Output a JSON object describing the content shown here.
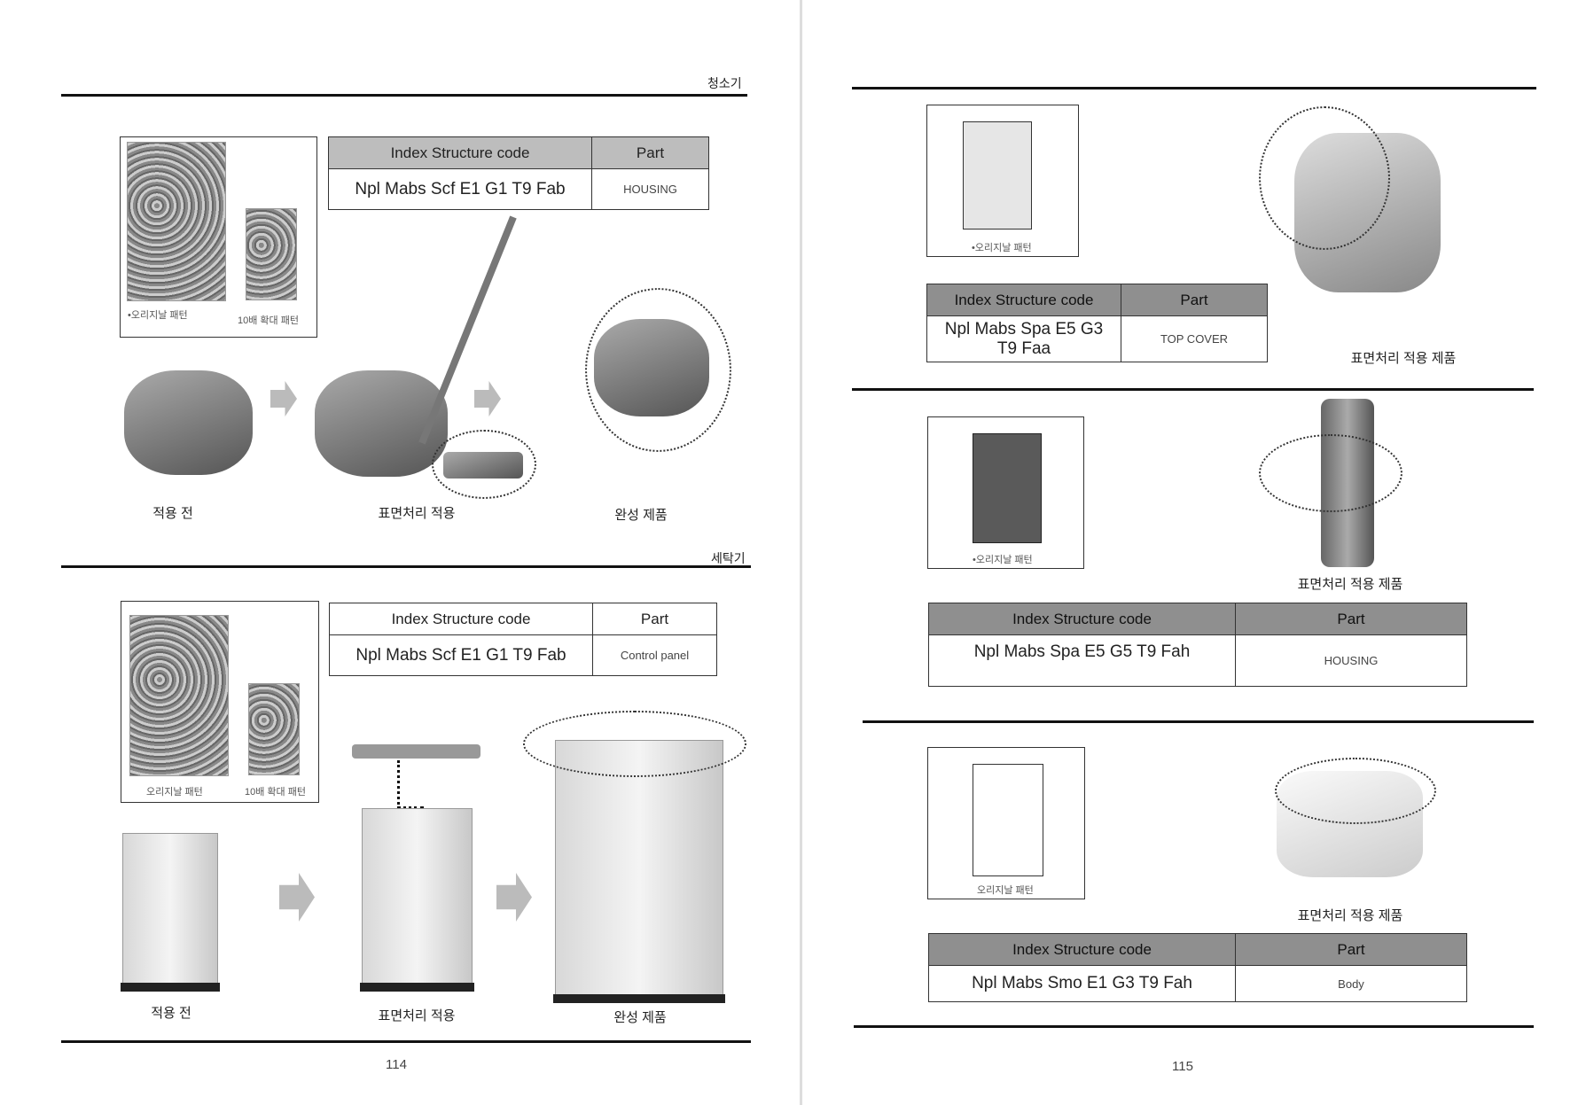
{
  "left_page": {
    "page_number": "114",
    "sections": [
      {
        "title": "청소기",
        "caption_original": "•오리지날 패턴",
        "caption_zoom": "10배 확대 패턴",
        "table": {
          "header_code": "Index Structure code",
          "header_part": "Part",
          "code": "Npl Mabs Scf E1 G1 T9 Fab",
          "part": "HOUSING"
        },
        "steps": [
          "적용 전",
          "표면처리 적용",
          "완성 제품"
        ]
      },
      {
        "title": "세탁기",
        "caption_original": "오리지날 패턴",
        "caption_zoom": "10배 확대 패턴",
        "table": {
          "header_code": "Index Structure code",
          "header_part": "Part",
          "code": "Npl Mabs Scf E1 G1 T9 Fab",
          "part": "Control panel"
        },
        "steps": [
          "적용 전",
          "표면처리 적용",
          "완성 제품"
        ]
      }
    ]
  },
  "right_page": {
    "page_number": "115",
    "sections": [
      {
        "caption_original": "•오리지날 패턴",
        "product_caption": "표면처리 적용 제품",
        "table": {
          "header_code": "Index Structure code",
          "header_part": "Part",
          "code": "Npl Mabs Spa E5 G3 T9 Faa",
          "part": "TOP COVER"
        },
        "swatch_color": "#e6e6e6"
      },
      {
        "caption_original": "•오리지날 패턴",
        "product_caption": "표면처리 적용 제품",
        "table": {
          "header_code": "Index Structure code",
          "header_part": "Part",
          "code": "Npl Mabs Spa E5 G5 T9 Fah",
          "part": "HOUSING"
        },
        "swatch_color": "#5a5a5a"
      },
      {
        "caption_original": "오리지날 패턴",
        "product_caption": "표면처리 적용 제품",
        "table": {
          "header_code": "Index Structure code",
          "header_part": "Part",
          "code": "Npl Mabs Smo E1 G3 T9 Fah",
          "part": "Body"
        },
        "swatch_color": "#ffffff"
      }
    ]
  }
}
